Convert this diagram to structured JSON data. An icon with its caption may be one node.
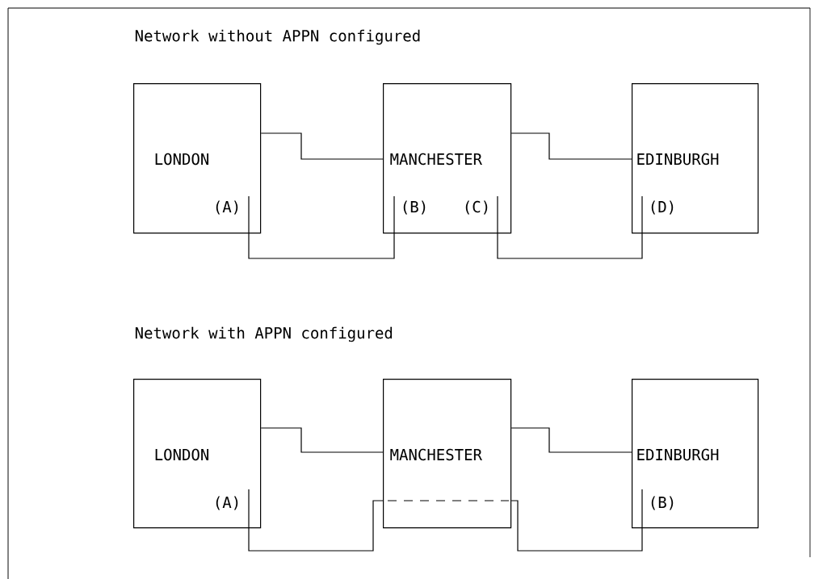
{
  "diagram": {
    "nodes": [
      {
        "text": [
          "LONDON",
          "(A)"
        ]
      },
      {
        "text": [
          "MANCHESTER",
          "(B)",
          "(C)"
        ]
      },
      {
        "text": [
          "EDINBURGH",
          "(D)"
        ]
      },
      {
        "text": [
          "LONDON",
          "(A)"
        ]
      },
      {
        "text": [
          "MANCHESTER"
        ]
      },
      {
        "text": [
          "EDINBURGH",
          "(B)"
        ]
      }
    ],
    "edges": [
      {
        "from": 0,
        "to": 1,
        "arrow": "none"
      },
      {
        "from": 0,
        "to": 1,
        "arrow": "none"
      },
      {
        "from": 1,
        "to": 2,
        "arrow": "none"
      },
      {
        "from": 1,
        "to": 2,
        "arrow": "none"
      },
      {
        "from": 3,
        "to": 4,
        "arrow": "none"
      },
      {
        "from": 4,
        "to": 5,
        "arrow": "none"
      },
      {
        "from": 3,
        "to": 4,
        "arrow": "none"
      },
      {
        "from": 4,
        "to": 5,
        "arrow": "none"
      }
    ],
    "labels": [
      "Network without APPN configured",
      "Network with APPN configured"
    ]
  }
}
